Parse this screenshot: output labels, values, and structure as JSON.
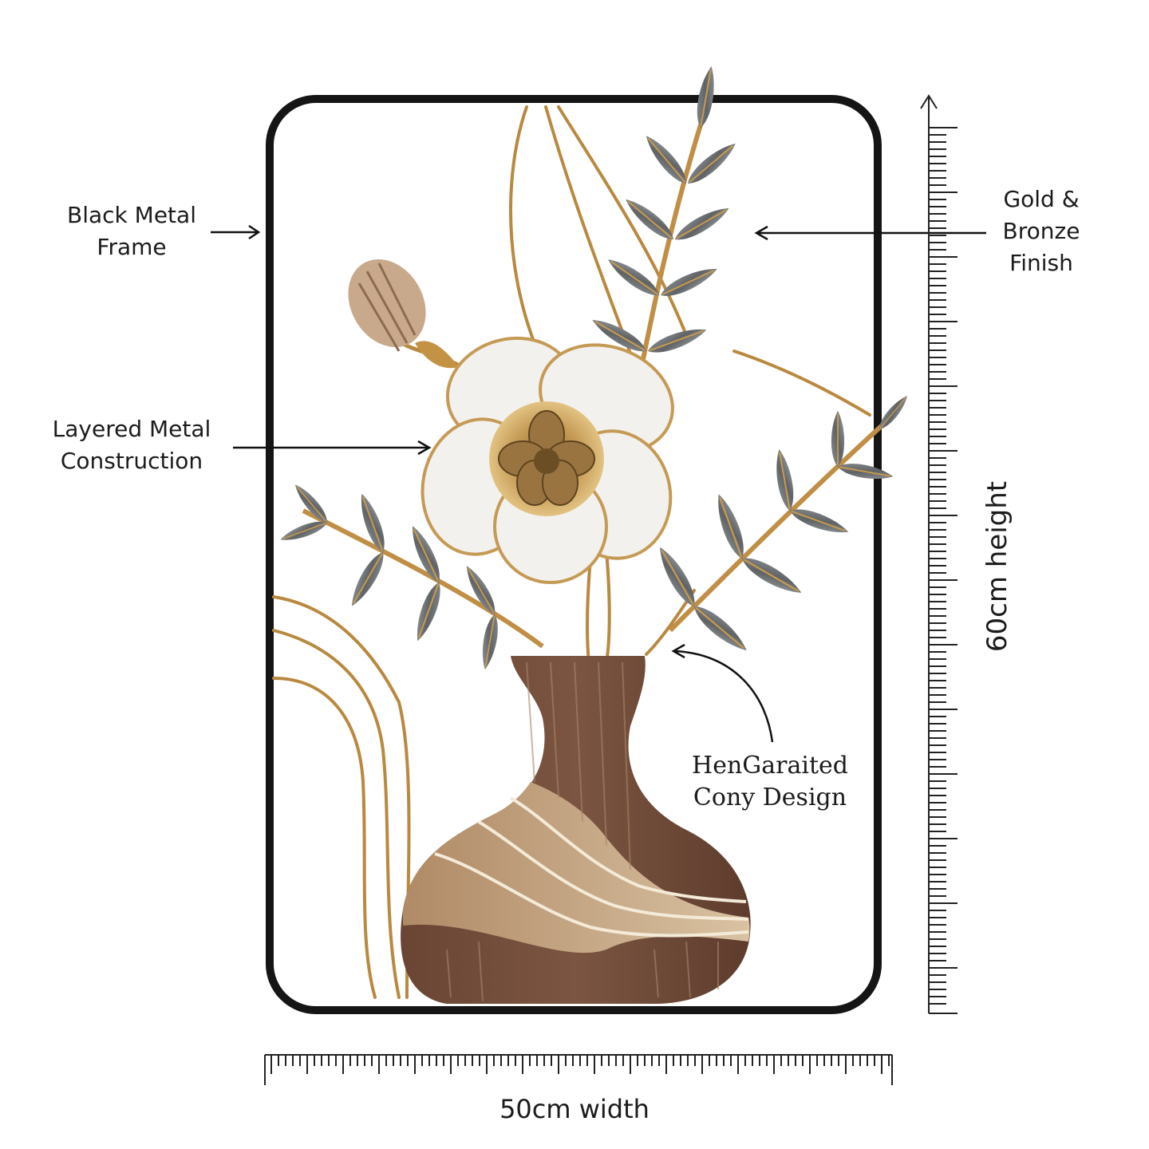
{
  "annotations": {
    "frame": [
      "Black Metal",
      "Frame"
    ],
    "finish": [
      "Gold &",
      "Bronze",
      "Finish"
    ],
    "construction": [
      "Layered Metal",
      "Construction"
    ],
    "design": [
      "HenGaraited",
      "Cony Design"
    ]
  },
  "dimensions": {
    "width": "50cm width",
    "height": "60cm height"
  },
  "colors": {
    "frame": "#151515",
    "gold": "#b8893f",
    "leaf": "#6f7376",
    "vase_dark": "#6e4a38",
    "vase_light": "#c8a985",
    "petal": "#f3f1ee"
  }
}
